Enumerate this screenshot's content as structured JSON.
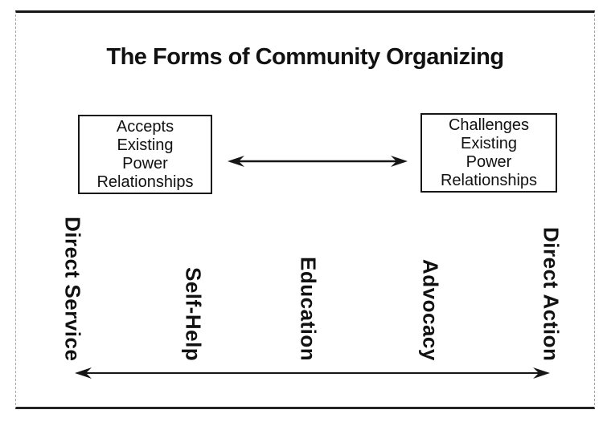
{
  "title": "The Forms of Community Organizing",
  "boxes": {
    "left": {
      "lines": [
        "Accepts",
        "Existing",
        "Power",
        "Relationships"
      ]
    },
    "right": {
      "lines": [
        "Challenges",
        "Existing",
        "Power",
        "Relationships"
      ]
    }
  },
  "spectrum": {
    "labels": [
      "Direct Service",
      "Self-Help",
      "Education",
      "Advocacy",
      "Direct Action"
    ]
  },
  "icons": {
    "power_axis_arrow": "double-headed-horizontal-arrow",
    "spectrum_axis_arrow": "double-headed-horizontal-arrow"
  },
  "colors": {
    "ink": "#111111",
    "background": "#ffffff",
    "frame_side_border": "#a8a8a8"
  }
}
